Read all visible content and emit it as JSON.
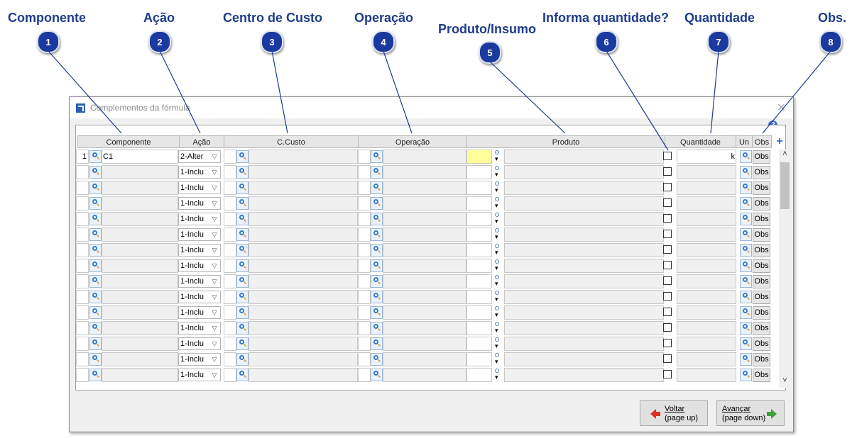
{
  "callouts": [
    {
      "num": "1",
      "label": "Componente"
    },
    {
      "num": "2",
      "label": "Ação"
    },
    {
      "num": "3",
      "label": "Centro de Custo"
    },
    {
      "num": "4",
      "label": "Operação"
    },
    {
      "num": "5",
      "label": "Produto/Insumo"
    },
    {
      "num": "6",
      "label": "Informa quantidade?"
    },
    {
      "num": "7",
      "label": "Quantidade"
    },
    {
      "num": "8",
      "label": "Obs."
    }
  ],
  "window": {
    "title": "Complementos da fórmula",
    "help": "?"
  },
  "grid": {
    "headers": {
      "componente": "Componente",
      "acao": "Ação",
      "ccusto": "C.Custo",
      "operacao": "Operação",
      "produto": "Produto",
      "quantidade": "Quantidade",
      "un": "Un",
      "obs": "Obs"
    },
    "rows": [
      {
        "num": "1",
        "componente": "C1",
        "acao": "2-Alter",
        "quantidade_unit": "k",
        "obs": "Obs"
      },
      {
        "num": "",
        "componente": "",
        "acao": "1-Inclu",
        "quantidade_unit": "",
        "obs": "Obs"
      },
      {
        "num": "",
        "componente": "",
        "acao": "1-Inclu",
        "quantidade_unit": "",
        "obs": "Obs"
      },
      {
        "num": "",
        "componente": "",
        "acao": "1-Inclu",
        "quantidade_unit": "",
        "obs": "Obs"
      },
      {
        "num": "",
        "componente": "",
        "acao": "1-Inclu",
        "quantidade_unit": "",
        "obs": "Obs"
      },
      {
        "num": "",
        "componente": "",
        "acao": "1-Inclu",
        "quantidade_unit": "",
        "obs": "Obs"
      },
      {
        "num": "",
        "componente": "",
        "acao": "1-Inclu",
        "quantidade_unit": "",
        "obs": "Obs"
      },
      {
        "num": "",
        "componente": "",
        "acao": "1-Inclu",
        "quantidade_unit": "",
        "obs": "Obs"
      },
      {
        "num": "",
        "componente": "",
        "acao": "1-Inclu",
        "quantidade_unit": "",
        "obs": "Obs"
      },
      {
        "num": "",
        "componente": "",
        "acao": "1-Inclu",
        "quantidade_unit": "",
        "obs": "Obs"
      },
      {
        "num": "",
        "componente": "",
        "acao": "1-Inclu",
        "quantidade_unit": "",
        "obs": "Obs"
      },
      {
        "num": "",
        "componente": "",
        "acao": "1-Inclu",
        "quantidade_unit": "",
        "obs": "Obs"
      },
      {
        "num": "",
        "componente": "",
        "acao": "1-Inclu",
        "quantidade_unit": "",
        "obs": "Obs"
      },
      {
        "num": "",
        "componente": "",
        "acao": "1-Inclu",
        "quantidade_unit": "",
        "obs": "Obs"
      },
      {
        "num": "",
        "componente": "",
        "acao": "1-Inclu",
        "quantidade_unit": "",
        "obs": "Obs"
      }
    ]
  },
  "buttons": {
    "voltar_line1": "Voltar",
    "voltar_line2": "(page up)",
    "avancar_line1": "Avançar",
    "avancar_line2": "(page down)"
  },
  "colors": {
    "callout": "#1f3c8c",
    "badge": "#1b3aa0",
    "highlight": "#ffff99"
  }
}
